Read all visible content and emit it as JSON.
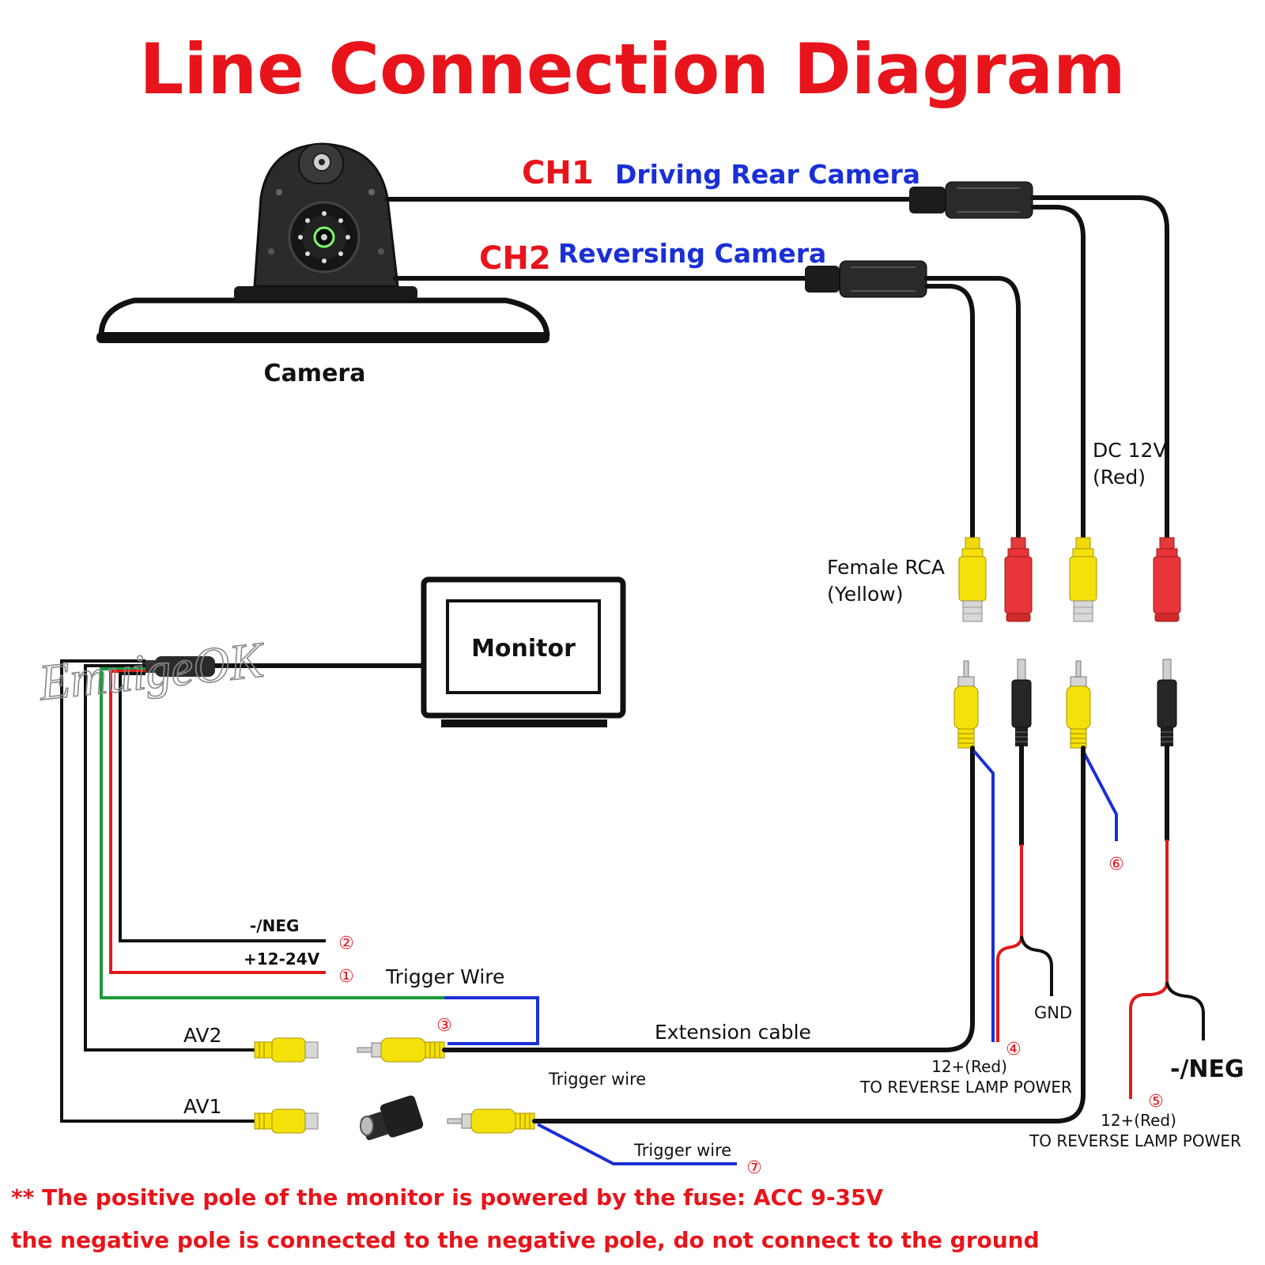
{
  "title": "Line Connection Diagram",
  "ch1": {
    "label": "CH1",
    "name": "Driving Rear Camera"
  },
  "ch2": {
    "label": "CH2",
    "name": "Reversing Camera"
  },
  "camera_label": "Camera",
  "monitor_label": "Monitor",
  "watermark": "EmuigeOK",
  "dc12v": {
    "line1": "DC 12V",
    "line2": "(Red)"
  },
  "female_rca": {
    "line1": "Female RCA",
    "line2": "(Yellow)"
  },
  "wires": {
    "neg": "-/NEG",
    "pos": "+12-24V",
    "trigger_wire_title": "Trigger Wire",
    "av2": "AV2",
    "av1": "AV1",
    "extension_cable": "Extension cable",
    "trigger_wire_1": "Trigger wire",
    "trigger_wire_2": "Trigger wire",
    "gnd": "GND",
    "neg_right": "-/NEG"
  },
  "markers": [
    "①",
    "②",
    "③",
    "④",
    "⑤",
    "⑥",
    "⑦"
  ],
  "power4": {
    "line1": "12+(Red)",
    "line2": "TO REVERSE LAMP POWER"
  },
  "power5": {
    "line1": "12+(Red)",
    "line2": "TO REVERSE LAMP POWER"
  },
  "notes": [
    "** The positive pole of the monitor is powered by the fuse: ACC 9-35V",
    "the negative pole is connected to the negative pole, do not connect to the ground"
  ],
  "colors": {
    "title": "#e8141b",
    "channel_name": "#1a2fd6",
    "rca_yellow": "#f5e10a",
    "rca_red": "#e8353a"
  }
}
